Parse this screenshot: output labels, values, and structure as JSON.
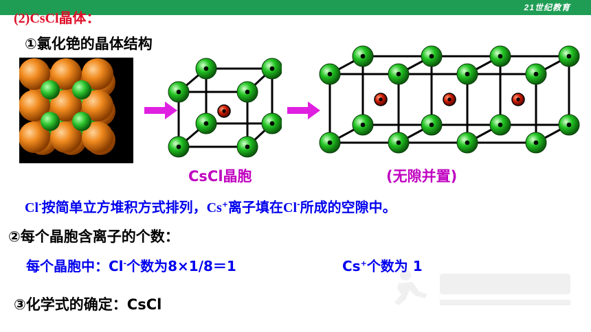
{
  "header": {
    "title": "(2)CsCl晶体：",
    "logo_text": "21世纪教育"
  },
  "section1": {
    "title": "①氯化铯的晶体结构",
    "unit_cell_label": "CsCl晶胞",
    "stacking_label": "(无隙并置)"
  },
  "description": {
    "ion_cl": "Cl",
    "sign_minus": "-",
    "part1": "按简单立方堆积方式排列，",
    "ion_cs": "Cs",
    "sign_plus": "+",
    "part2": "离子填在",
    "ion_cl2": "Cl",
    "sign_minus2": "-",
    "part3": "所成的空隙中。"
  },
  "section2": {
    "title": "②每个晶胞含离子的个数：",
    "count_prefix": "每个晶胞中：Cl",
    "count_sign": "-",
    "count_cl_text": "个数为8×1/8＝1",
    "cs_prefix": "Cs",
    "cs_sign": "+",
    "cs_text": "个数为 1"
  },
  "section3": {
    "title": "③化学式的确定：CsCl"
  },
  "colors": {
    "topbar": "#1f9d55",
    "heading_red": "#e0112b",
    "blue_text": "#0000ee",
    "magenta_label": "#c000c0",
    "cl_green": "#22c422",
    "cs_red": "#cc1a00",
    "cs_orange": "#f08a1e"
  },
  "icons": {
    "arrow": "magenta-right-arrow-icon",
    "logo": "runner-logo-icon"
  }
}
